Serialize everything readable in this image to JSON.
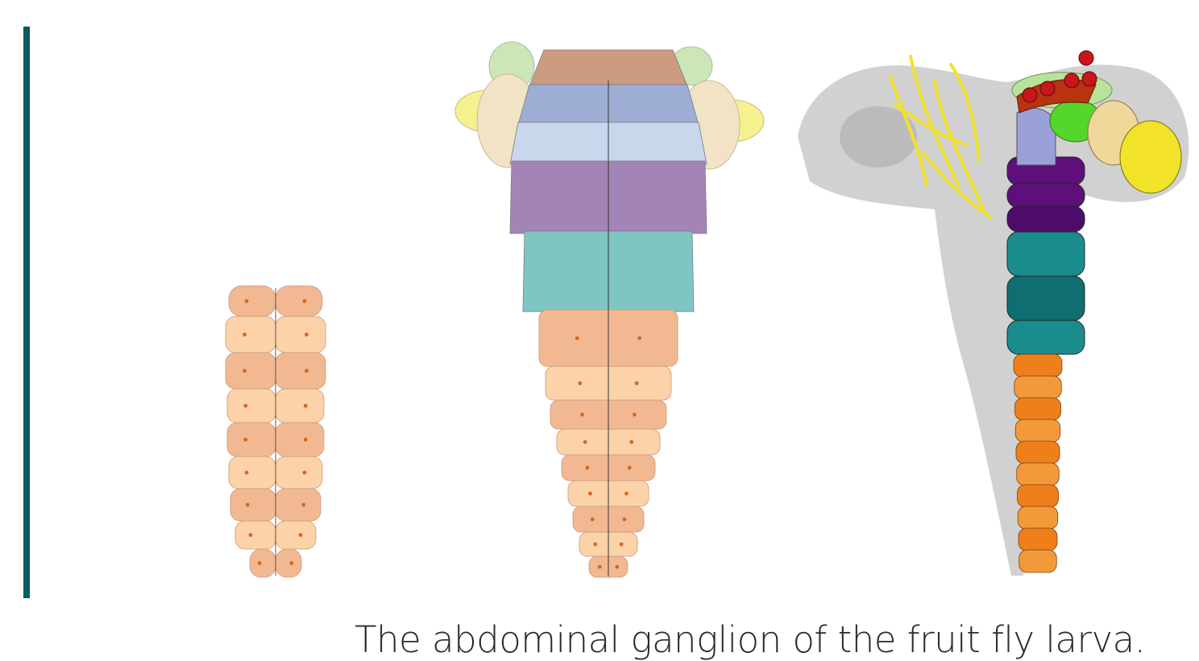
{
  "slide": {
    "caption": "The abdominal ganglion of the fruit fly larva."
  },
  "icons": {
    "larval_ganglion": "segmented-larval-ganglion-schematic",
    "adult_ganglion": "adult-cns-segment-schematic",
    "render_3d": "3d-neuropil-rendering"
  },
  "colors": {
    "accent": "#0b5a5c",
    "peach_dark": "#f2b892",
    "peach_light": "#fcd2a8",
    "segment_dot": "#d2691e",
    "brain_green": "#cde6b8",
    "brain_cream": "#f3e3c6",
    "brain_yellow": "#f5f18e",
    "brain_brown": "#cc9b80",
    "brain_blue": "#9dadd3",
    "brain_lightblue": "#c8d7ec",
    "thorax_purple": "#a285b6",
    "thorax_teal": "#7fc6c2",
    "render_gray": "#c9c9c9",
    "render_purple": "#5e0f7a",
    "render_teal": "#1a8c8e",
    "render_orange": "#ef7f1a",
    "render_red": "#c8151e",
    "render_yellow": "#f2e22a"
  }
}
